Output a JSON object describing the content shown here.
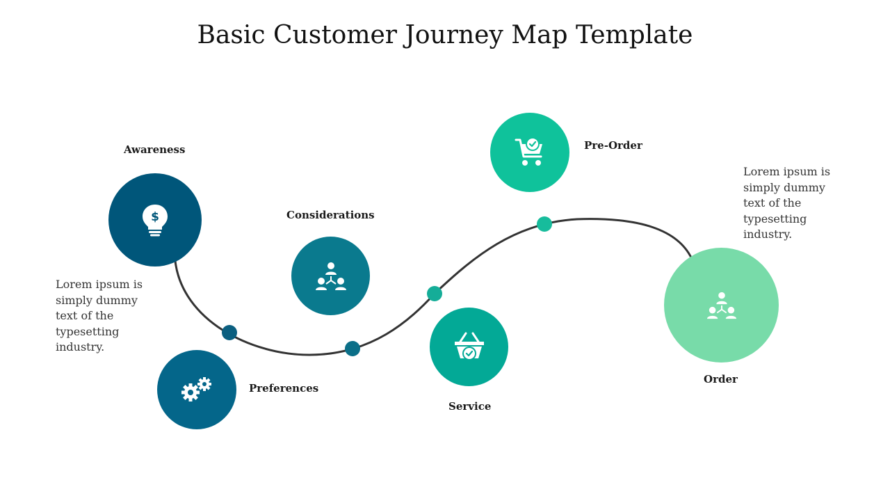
{
  "title": "Basic Customer Journey Map Template",
  "stages": [
    {
      "label": "Awareness",
      "icon": "lightbulb-dollar-icon",
      "color": "#00567a"
    },
    {
      "label": "Preferences",
      "icon": "gears-icon",
      "color": "#04668a"
    },
    {
      "label": "Considerations",
      "icon": "team-hierarchy-icon",
      "color": "#0a7a8e"
    },
    {
      "label": "Service",
      "icon": "basket-check-icon",
      "color": "#03a996"
    },
    {
      "label": "Pre-Order",
      "icon": "cart-check-icon",
      "color": "#0fc29b"
    },
    {
      "label": "Order",
      "icon": "team-hierarchy-icon",
      "color": "#78dba9"
    }
  ],
  "descriptions": {
    "left": "Lorem ipsum is simply dummy text of the typesetting industry.",
    "right": "Lorem ipsum is simply dummy text of the typesetting industry."
  },
  "path": {
    "line_color": "#333333",
    "dot_colors": [
      "#0b5f80",
      "#0b6f88",
      "#15ad98",
      "#17bc9c"
    ]
  }
}
